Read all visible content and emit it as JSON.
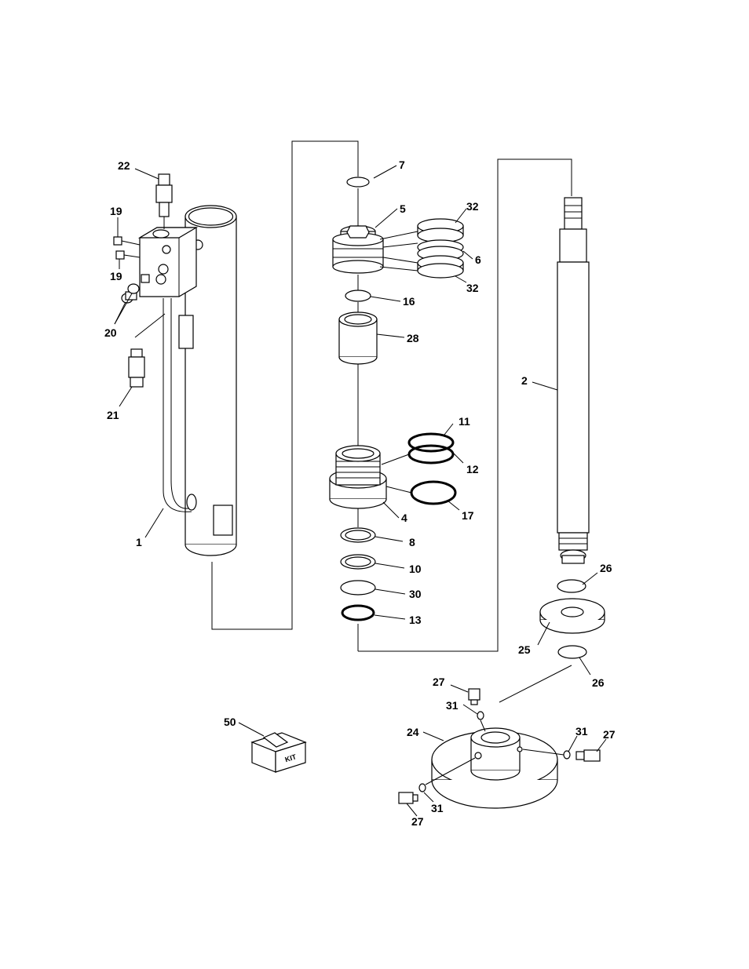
{
  "callouts": {
    "c1": "1",
    "c2": "2",
    "c4": "4",
    "c5": "5",
    "c6": "6",
    "c7": "7",
    "c8": "8",
    "c10": "10",
    "c11": "11",
    "c12": "12",
    "c13": "13",
    "c16": "16",
    "c17": "17",
    "c19a": "19",
    "c19b": "19",
    "c20": "20",
    "c21": "21",
    "c22": "22",
    "c24": "24",
    "c25": "25",
    "c26a": "26",
    "c26b": "26",
    "c27a": "27",
    "c27b": "27",
    "c27c": "27",
    "c28": "28",
    "c30": "30",
    "c31a": "31",
    "c31b": "31",
    "c31c": "31",
    "c32a": "32",
    "c32b": "32",
    "c50": "50"
  },
  "kit_label": "KIT"
}
